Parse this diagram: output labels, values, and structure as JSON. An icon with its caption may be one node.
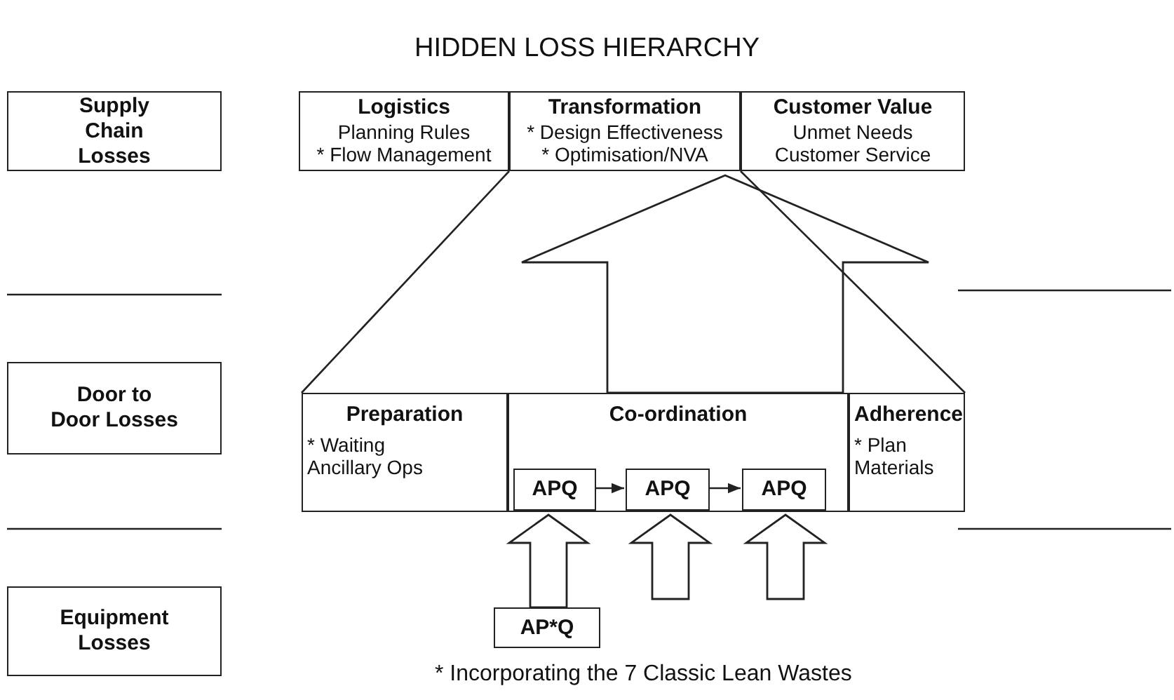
{
  "diagram": {
    "title": "HIDDEN LOSS HIERARCHY",
    "caption": "* Incorporating the 7 Classic Lean Wastes",
    "nodes": [
      {
        "text": [
          "Supply Chain Losses"
        ]
      },
      {
        "text": [
          "Logistics",
          "Planning Rules",
          "* Flow Management"
        ]
      },
      {
        "text": [
          "Transformation",
          "* Design Effectiveness",
          "* Optimisation/NVA"
        ]
      },
      {
        "text": [
          "Customer Value",
          "Unmet Needs",
          "Customer Service"
        ]
      },
      {
        "text": [
          "Door to Door Losses"
        ]
      },
      {
        "text": [
          "Preparation",
          "* Waiting",
          "Ancillary Ops"
        ]
      },
      {
        "text": [
          "Co-ordination"
        ]
      },
      {
        "text": [
          "APQ"
        ],
        "in": 6
      },
      {
        "text": [
          "APQ"
        ],
        "in": 6
      },
      {
        "text": [
          "APQ"
        ],
        "in": 6
      },
      {
        "text": [
          "Adherence",
          "* Plan",
          "Materials"
        ]
      },
      {
        "text": [
          "Equipment Losses"
        ]
      },
      {
        "text": [
          "AP*Q"
        ]
      }
    ],
    "edges": [
      {
        "from": 7,
        "to": 8,
        "arrow": "to"
      },
      {
        "from": 8,
        "to": 9,
        "arrow": "to"
      },
      {
        "from": 12,
        "to": 7,
        "arrow": "to",
        "style": "thick"
      },
      {
        "from": null,
        "to": 8,
        "arrow": "to",
        "style": "thick"
      },
      {
        "from": null,
        "to": 9,
        "arrow": "to",
        "style": "thick"
      },
      {
        "from": 6,
        "to": 2,
        "arrow": "to",
        "style": "thick"
      },
      {
        "from": 2,
        "to": 5,
        "arrow": "none"
      },
      {
        "from": 2,
        "to": 10,
        "arrow": "none"
      }
    ]
  }
}
